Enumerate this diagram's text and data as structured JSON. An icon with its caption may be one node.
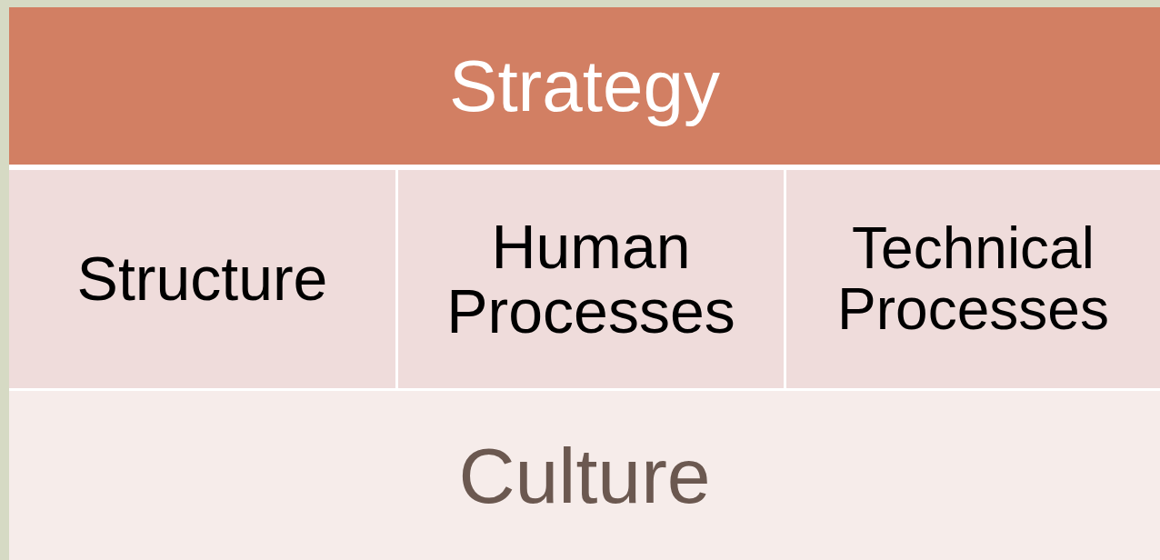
{
  "diagram": {
    "nodes": [
      {
        "text": [
          "Strategy"
        ]
      },
      {
        "text": [
          "Structure"
        ]
      },
      {
        "text": [
          "Human Processes"
        ]
      },
      {
        "text": [
          "Technical Processes"
        ]
      },
      {
        "text": [
          "Culture"
        ]
      }
    ]
  }
}
